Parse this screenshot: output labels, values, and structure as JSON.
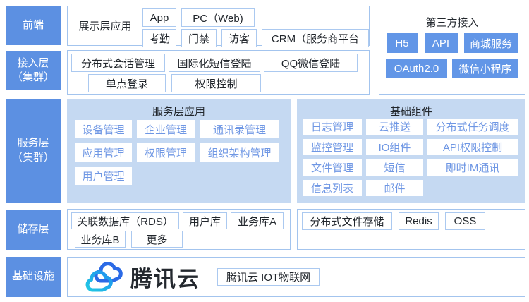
{
  "colors": {
    "rail_blue": "#5c90e2",
    "button_blue": "#6296e7",
    "panel_blue": "#c5d9f2",
    "box_border_blue": "#abc9f0",
    "panel_item_text_blue": "#6f97e4",
    "text_dark": "#21262c",
    "logo_cloud_blue": "#2b6ae6",
    "logo_cloud_cyan": "#1fc3e6"
  },
  "rail": [
    {
      "lines": [
        "前端"
      ]
    },
    {
      "lines": [
        "接入层",
        "（集群）"
      ]
    },
    {
      "lines": [
        "服务层",
        "（集群）"
      ]
    },
    {
      "lines": [
        "储存层"
      ]
    },
    {
      "lines": [
        "基础设施"
      ]
    }
  ],
  "frontend": {
    "title": "展示层应用",
    "row1": [
      "App",
      "PC（Web)"
    ],
    "row2": [
      "考勤",
      "门禁",
      "访客",
      "CRM（服务商平台"
    ]
  },
  "access": {
    "row1": [
      "分布式会话管理",
      "国际化短信登陆",
      "QQ微信登陆"
    ],
    "row2": [
      "单点登录",
      "权限控制"
    ]
  },
  "third_party": {
    "title": "第三方接入",
    "row1": [
      "H5",
      "API",
      "商城服务"
    ],
    "row2": [
      "OAuth2.0",
      "微信小程序"
    ]
  },
  "service_apps": {
    "title": "服务层应用",
    "row1": [
      "设备管理",
      "企业管理",
      "通讯录管理"
    ],
    "row2": [
      "应用管理",
      "权限管理",
      "组织架构管理"
    ],
    "row3": [
      "用户管理"
    ]
  },
  "base_components": {
    "title": "基础组件",
    "row1": [
      "日志管理",
      "云推送",
      "分布式任务调度"
    ],
    "row2": [
      "监控管理",
      "IO组件",
      "API权限控制"
    ],
    "row3": [
      "文件管理",
      "短信",
      "即时IM通讯"
    ],
    "row4": [
      "信息列表",
      "邮件"
    ]
  },
  "storage": {
    "row1": [
      "关联数据库（RDS）",
      "用户库",
      "业务库A"
    ],
    "row2": [
      "业务库B",
      "更多"
    ],
    "right": [
      "分布式文件存储",
      "Redis",
      "OSS"
    ]
  },
  "infrastructure": {
    "logo_text": "腾讯云",
    "product_label": "腾讯云 IOT物联网",
    "cloud_icon": "tencent-cloud-icon"
  }
}
